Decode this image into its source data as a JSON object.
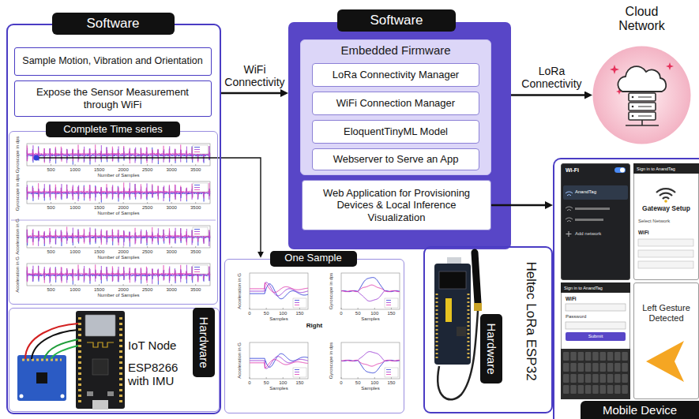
{
  "diagram": {
    "nodes": [
      {
        "text": [
          "Software"
        ]
      },
      {
        "text": [
          "Sample Motion, Vibration and Orientation"
        ],
        "in": 0
      },
      {
        "text": [
          "Expose the Sensor Measurement through WiFi"
        ],
        "in": 0
      },
      {
        "text": [
          "Complete Time series"
        ],
        "in": 0
      },
      {
        "text": [
          "Hardware",
          "IoT Node",
          "ESP8266 with IMU"
        ],
        "in": 0
      },
      {
        "text": [
          "Software"
        ]
      },
      {
        "text": [
          "Embedded Firmware"
        ],
        "in": 5
      },
      {
        "text": [
          "LoRa Connectivity Manager"
        ],
        "in": 6
      },
      {
        "text": [
          "WiFi Connection Manager"
        ],
        "in": 6
      },
      {
        "text": [
          "EloquentTinyML Model"
        ],
        "in": 6
      },
      {
        "text": [
          "Webserver to Serve an App"
        ],
        "in": 6
      },
      {
        "text": [
          "Web Application for Provisioning Devices & Local Inference Visualization"
        ],
        "in": 5
      },
      {
        "text": [
          "One Sample"
        ]
      },
      {
        "text": [
          "Hardware",
          "Heltec LoRa ESP32"
        ]
      },
      {
        "text": [
          "Cloud Network"
        ]
      },
      {
        "text": [
          "Mobile Device"
        ]
      },
      {
        "text": [
          "Wi-Fi",
          "AnandTag",
          "Add network"
        ],
        "in": 15
      },
      {
        "text": [
          "Sign in to AnandTag",
          "Gateway Setup",
          "Select Network",
          "WiFi"
        ],
        "in": 15
      },
      {
        "text": [
          "Sign in to AnandTag",
          "WiFi",
          "Password",
          "Submit"
        ],
        "in": 15
      },
      {
        "text": [
          "Left Gesture Detected"
        ],
        "in": 15
      }
    ],
    "edges": [
      {
        "from": 0,
        "to": 5,
        "arrow": "to",
        "label": "WiFi Connectivity"
      },
      {
        "from": 5,
        "to": 14,
        "arrow": "to",
        "label": "LoRa Connectivity"
      },
      {
        "from": 11,
        "to": 15,
        "arrow": "to"
      },
      {
        "from": 3,
        "to": 12,
        "arrow": "to"
      }
    ],
    "labels": [
      "Gyroscope in dps",
      "500",
      "1000",
      "1500",
      "2000",
      "2500",
      "3000",
      "3500",
      "Number of Samples",
      "Gyroscope in dps",
      "500",
      "1000",
      "1500",
      "2000",
      "2500",
      "3000",
      "3500",
      "Number of Samples",
      "Acceleration in G",
      "500",
      "1000",
      "1500",
      "2000",
      "2500",
      "3000",
      "3500",
      "Number of Samples",
      "Acceleration in G",
      "500",
      "1000",
      "1500",
      "2000",
      "2500",
      "3000",
      "3500",
      "Number of Samples",
      "Acceleration in G",
      "0",
      "50",
      "100",
      "150",
      "Samples",
      "Gyroscope in dps",
      "0",
      "50",
      "100",
      "150",
      "Samples",
      "Acceleration in G",
      "0",
      "50",
      "100",
      "150",
      "Samples",
      "Gyroscope in dps",
      "0",
      "50",
      "100",
      "150",
      "Samples",
      "Right"
    ]
  }
}
